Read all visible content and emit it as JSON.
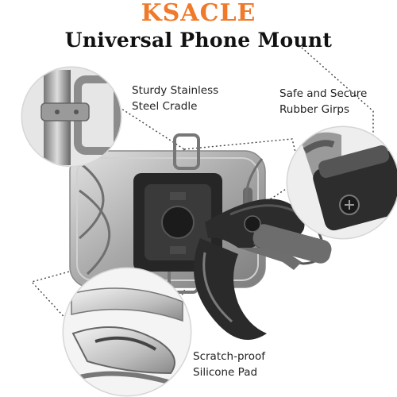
{
  "brand": "KSACLE",
  "headline": "Universal  Phone Mount",
  "callouts": {
    "cradle": {
      "line1": "Sturdy Stainless",
      "line2": "Steel Cradle"
    },
    "rubber": {
      "line1": "Safe and Secure",
      "line2": "Rubber Girps"
    },
    "pad": {
      "line1": "Scratch-proof",
      "line2": "Silicone Pad"
    }
  },
  "colors": {
    "brand": "#f07a2a",
    "text": "#111111",
    "mount": "#2a2a2a",
    "phone": "#b9b9b9"
  }
}
